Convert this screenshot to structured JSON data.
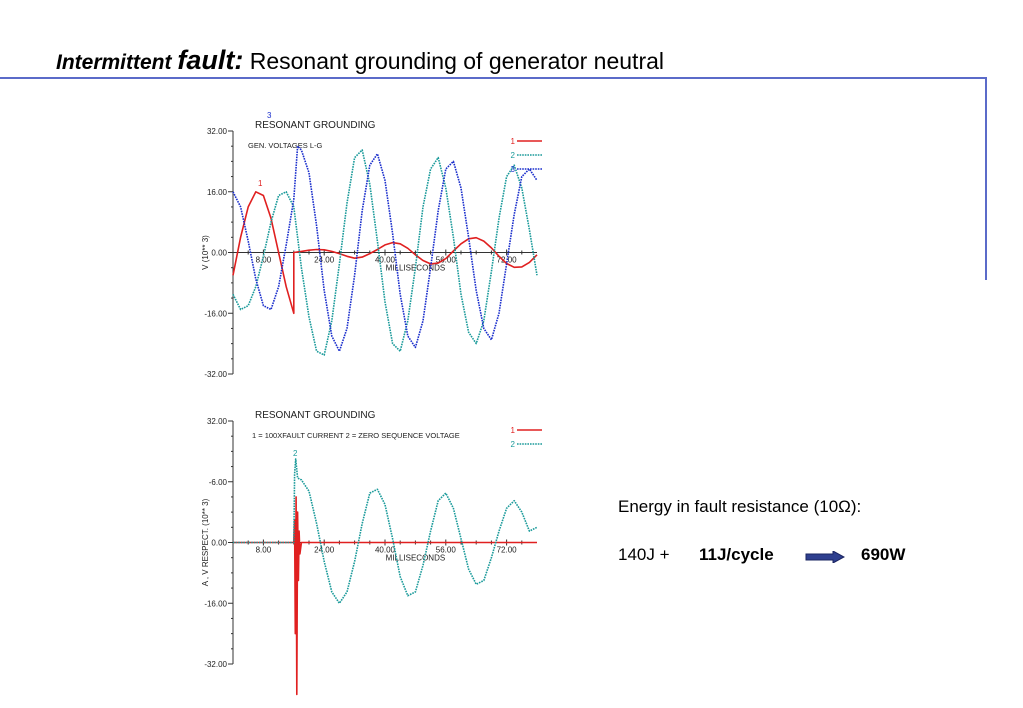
{
  "slide": {
    "title_part1": "Intermittent ",
    "title_part2": "fault:",
    "title_part3": " Resonant grounding of generator neutral",
    "accent_color": "#5b6bc9"
  },
  "energy": {
    "label": "Energy in fault resistance (10Ω):",
    "term1": "140J  +",
    "term2": "11J/cycle",
    "result": "690W",
    "arrow_icon": "right-arrow-icon"
  },
  "chart_data": [
    {
      "type": "line",
      "title": "RESONANT GROUNDING",
      "subtitle": "GEN. VOLTAGES L-G",
      "xlabel": "MILLISECONDS",
      "ylabel": "V (10** 3)",
      "xlim": [
        0,
        80
      ],
      "ylim": [
        -32,
        32
      ],
      "xticks": [
        8,
        24,
        40,
        56,
        72
      ],
      "xtick_labels": [
        "8.00",
        "24.00",
        "40.00",
        "56.00",
        "72.00"
      ],
      "yticks": [
        32,
        16,
        0,
        -16,
        -32
      ],
      "ytick_labels": [
        "32.00",
        "16.00",
        "0.00",
        "-16.00",
        "-32.00"
      ],
      "legend": [
        "1",
        "2",
        "3"
      ],
      "legend_position": "top-right",
      "colors": [
        "#e02020",
        "#1a9a9a",
        "#1a2ecc"
      ],
      "fault_time": 16,
      "series": [
        {
          "name": "1",
          "color": "#e02020",
          "x": [
            0,
            2,
            4,
            6,
            8,
            10,
            12,
            14,
            16,
            16,
            18,
            20,
            22,
            24,
            26,
            28,
            30,
            32,
            34,
            36,
            38,
            40,
            42,
            44,
            46,
            48,
            50,
            52,
            54,
            56,
            58,
            60,
            62,
            64,
            66,
            68,
            70,
            72,
            74,
            76,
            78,
            80
          ],
          "y": [
            -6,
            4,
            12,
            16,
            15,
            9,
            0,
            -9,
            -16,
            0,
            0.3,
            0.6,
            0.8,
            0.7,
            0.3,
            -0.3,
            -1,
            -1.5,
            -1.2,
            -0.3,
            0.8,
            2,
            2.6,
            2.3,
            1.1,
            -0.6,
            -2.1,
            -3,
            -2.8,
            -1.6,
            0.4,
            2.3,
            3.6,
            3.9,
            3,
            1.2,
            -1,
            -2.9,
            -3.9,
            -3.8,
            -2.6,
            -0.6
          ]
        },
        {
          "name": "2",
          "color": "#1a9a9a",
          "x": [
            0,
            2,
            4,
            6,
            8,
            10,
            12,
            14,
            16,
            18,
            20,
            22,
            24,
            26,
            28,
            30,
            32,
            34,
            36,
            38,
            40,
            42,
            44,
            46,
            48,
            50,
            52,
            54,
            56,
            58,
            60,
            62,
            64,
            66,
            68,
            70,
            72,
            74,
            76,
            78,
            80
          ],
          "y": [
            -11,
            -15,
            -14,
            -9,
            -1,
            8,
            15,
            16,
            12,
            -4,
            -17,
            -26,
            -27,
            -18,
            -3,
            13,
            25,
            27,
            18,
            3,
            -13,
            -24,
            -26,
            -18,
            -4,
            12,
            22,
            25,
            17,
            4,
            -11,
            -21,
            -24,
            -18,
            -5,
            9,
            20,
            23,
            17,
            6,
            -6
          ]
        },
        {
          "name": "3",
          "color": "#1a2ecc",
          "x": [
            0,
            2,
            4,
            6,
            8,
            10,
            12,
            14,
            16,
            17,
            18,
            20,
            22,
            24,
            26,
            28,
            30,
            32,
            34,
            36,
            38,
            40,
            42,
            44,
            46,
            48,
            50,
            52,
            54,
            56,
            58,
            60,
            62,
            64,
            66,
            68,
            70,
            72,
            74,
            76,
            78,
            80
          ],
          "y": [
            16,
            12,
            3,
            -7,
            -14,
            -15,
            -9,
            2,
            14,
            28,
            27,
            21,
            7,
            -10,
            -22,
            -26,
            -20,
            -6,
            11,
            23,
            26,
            19,
            5,
            -11,
            -22,
            -25,
            -18,
            -4,
            11,
            22,
            24,
            17,
            4,
            -10,
            -20,
            -23,
            -16,
            -3,
            10,
            20,
            22,
            19
          ]
        }
      ]
    },
    {
      "type": "line",
      "title": "RESONANT GROUNDING",
      "subtitle": "1 =  100XFAULT CURRENT  2 = ZERO SEQUENCE VOLTAGE",
      "xlabel": "MILLISECONDS",
      "ylabel": "A , V RESPECT. (10** 3)",
      "xlim": [
        0,
        80
      ],
      "ylim": [
        -32,
        32
      ],
      "xticks": [
        8,
        24,
        40,
        56,
        72
      ],
      "xtick_labels": [
        "8.00",
        "24.00",
        "40.00",
        "56.00",
        "72.00"
      ],
      "yticks": [
        32,
        16,
        0,
        -16,
        -32
      ],
      "ytick_labels": [
        "32.00",
        "-6.00",
        "0.00",
        "-16.00",
        "-32.00"
      ],
      "legend": [
        "1",
        "2"
      ],
      "legend_position": "top-right",
      "colors": [
        "#e02020",
        "#1a9a9a"
      ],
      "series": [
        {
          "name": "1",
          "color": "#e02020",
          "x": [
            0,
            16,
            16.2,
            16.4,
            16.6,
            16.8,
            17,
            17.2,
            17.4,
            17.6,
            18,
            80
          ],
          "y": [
            0,
            0,
            6,
            -24,
            12,
            -40,
            8,
            -10,
            3,
            -3,
            0,
            0
          ]
        },
        {
          "name": "2",
          "color": "#1a9a9a",
          "x": [
            0,
            16,
            16.2,
            16.5,
            17,
            18,
            20,
            22,
            24,
            26,
            28,
            30,
            32,
            34,
            36,
            38,
            40,
            42,
            44,
            46,
            48,
            50,
            52,
            54,
            56,
            58,
            60,
            62,
            64,
            66,
            68,
            70,
            72,
            74,
            76,
            78,
            80
          ],
          "y": [
            0,
            0,
            18,
            22,
            17,
            16.5,
            13.5,
            5,
            -5,
            -13,
            -16,
            -13,
            -5,
            5,
            13,
            14,
            10,
            1,
            -9,
            -14,
            -13,
            -6,
            3,
            11,
            13,
            9,
            1,
            -7,
            -11,
            -10,
            -4,
            3,
            9,
            11,
            8,
            3,
            4
          ]
        }
      ]
    }
  ]
}
